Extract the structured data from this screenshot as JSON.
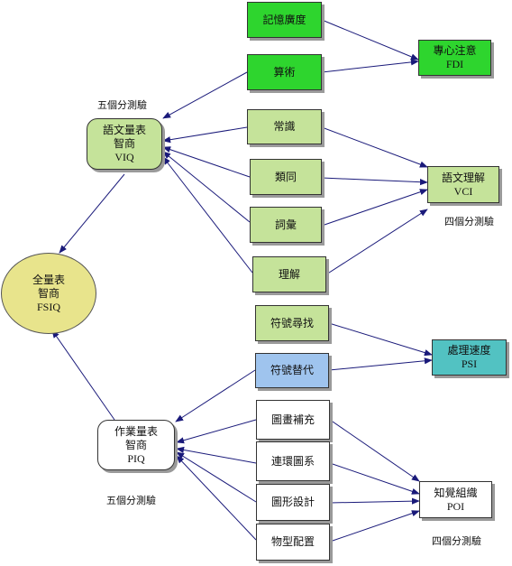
{
  "colors": {
    "bright_green": "#2ed52e",
    "pale_green": "#c5e39a",
    "light_blue": "#9fc4ee",
    "teal": "#52c2c2",
    "yellow": "#e8e48c",
    "white": "#ffffff",
    "edge": "#1a1a7a"
  },
  "nodes": {
    "fsiq": [
      "全量表",
      "智商",
      "FSIQ"
    ],
    "viq": [
      "語文量表",
      "智商",
      "VIQ"
    ],
    "piq": [
      "作業量表",
      "智商",
      "PIQ"
    ],
    "memory": "記憶廣度",
    "arithmetic": "算術",
    "information": "常識",
    "similarities": "類同",
    "vocabulary": "詞彙",
    "comprehension": "理解",
    "symbol_search": "符號尋找",
    "coding": "符號替代",
    "picture_completion": "圖畫補充",
    "picture_arrangement": "連環圖系",
    "block_design": "圖形設計",
    "object_assembly": "物型配置",
    "fdi": [
      "專心注意",
      "FDI"
    ],
    "vci": [
      "語文理解",
      "VCI"
    ],
    "psi": [
      "處理速度",
      "PSI"
    ],
    "poi": [
      "知覺組織",
      "POI"
    ]
  },
  "labels": {
    "viq_subtests": "五個分測驗",
    "vci_subtests": "四個分測驗",
    "piq_subtests": "五個分測驗",
    "poi_subtests": "四個分測驗"
  }
}
